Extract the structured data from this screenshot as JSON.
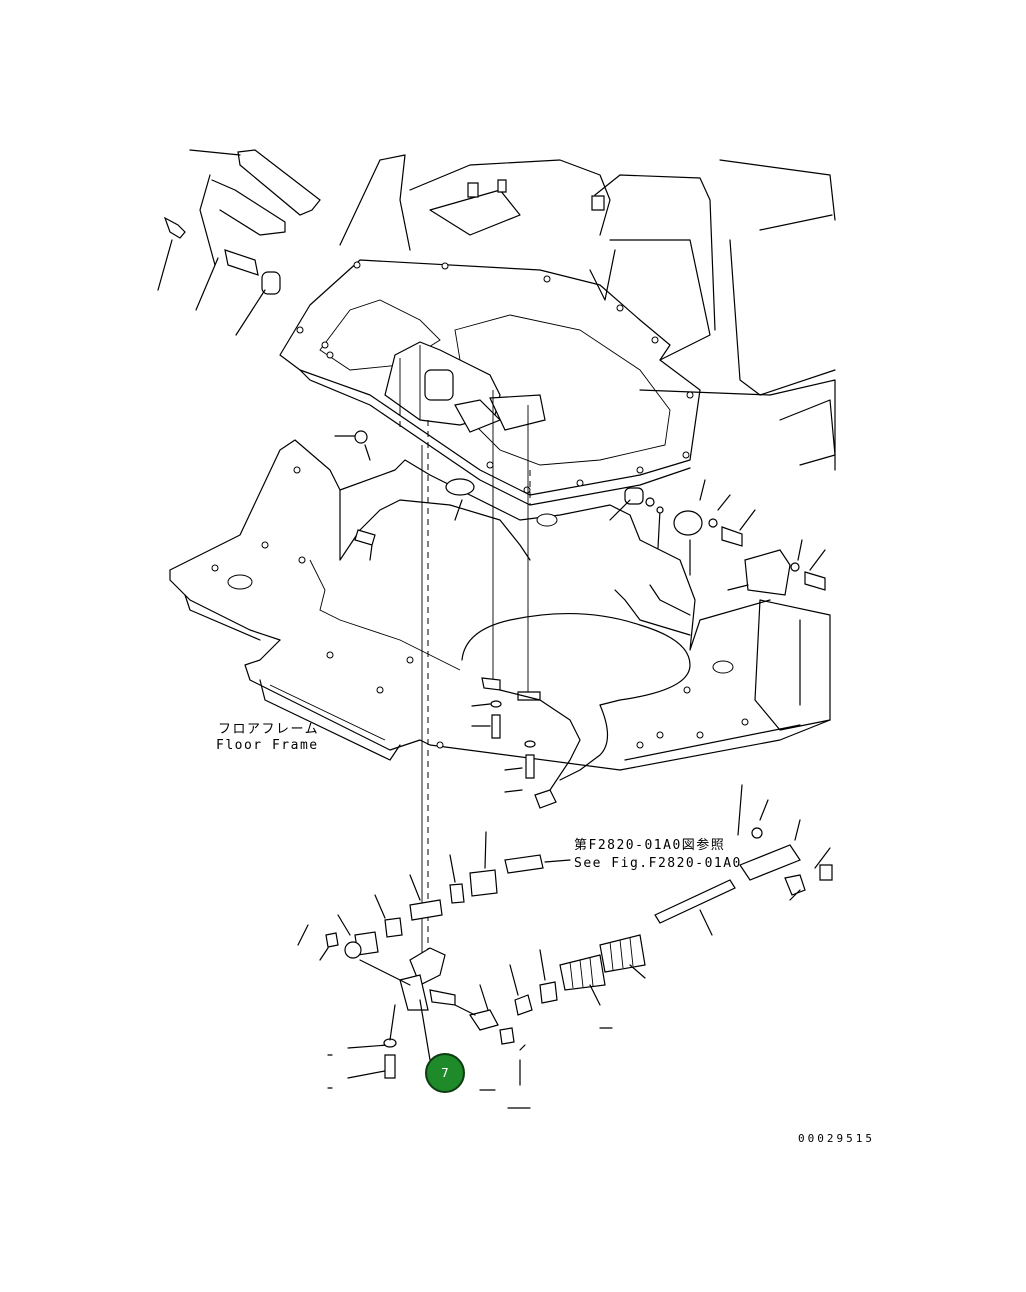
{
  "labels": {
    "floor_frame_jp": "フロアフレーム",
    "floor_frame_en": "Floor Frame",
    "see_fig_jp": "第F2820-01A0図参照",
    "see_fig_en": "See Fig.F2820-01A0",
    "drawing_number": "00029515"
  },
  "callout": {
    "number": "7",
    "color": "#1f8a2a"
  },
  "icons": {
    "callout_badge": "green-circle"
  }
}
